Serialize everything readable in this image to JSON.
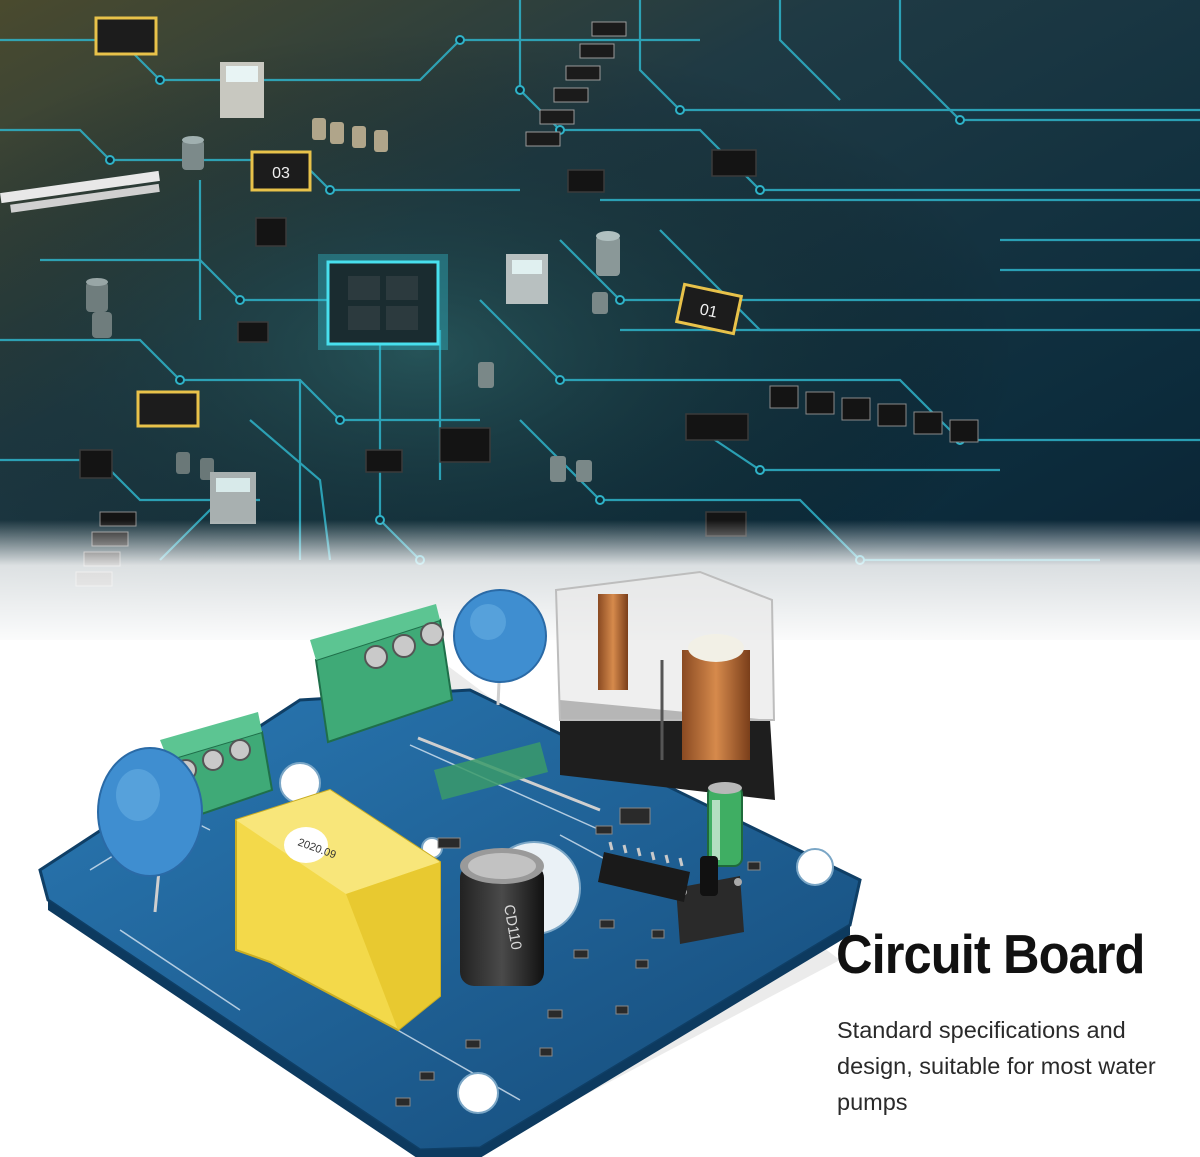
{
  "product": {
    "headline": "Circuit Board",
    "description": "Standard specifications and design, suitable for most water pumps"
  },
  "board_markings": {
    "chip_label_1": "03",
    "chip_label_2": "01",
    "capacitor_text": "CD110",
    "yellow_cap_text": "2020.09"
  },
  "colors": {
    "pcb_dark": "#0c2a3a",
    "trace_cyan": "#2fb3c9",
    "board_blue": "#1d5f93",
    "terminal_green": "#3faa77",
    "capacitor_blue": "#3f8ed0",
    "yellow_cap": "#f3d94a",
    "copper": "#c9783e"
  }
}
